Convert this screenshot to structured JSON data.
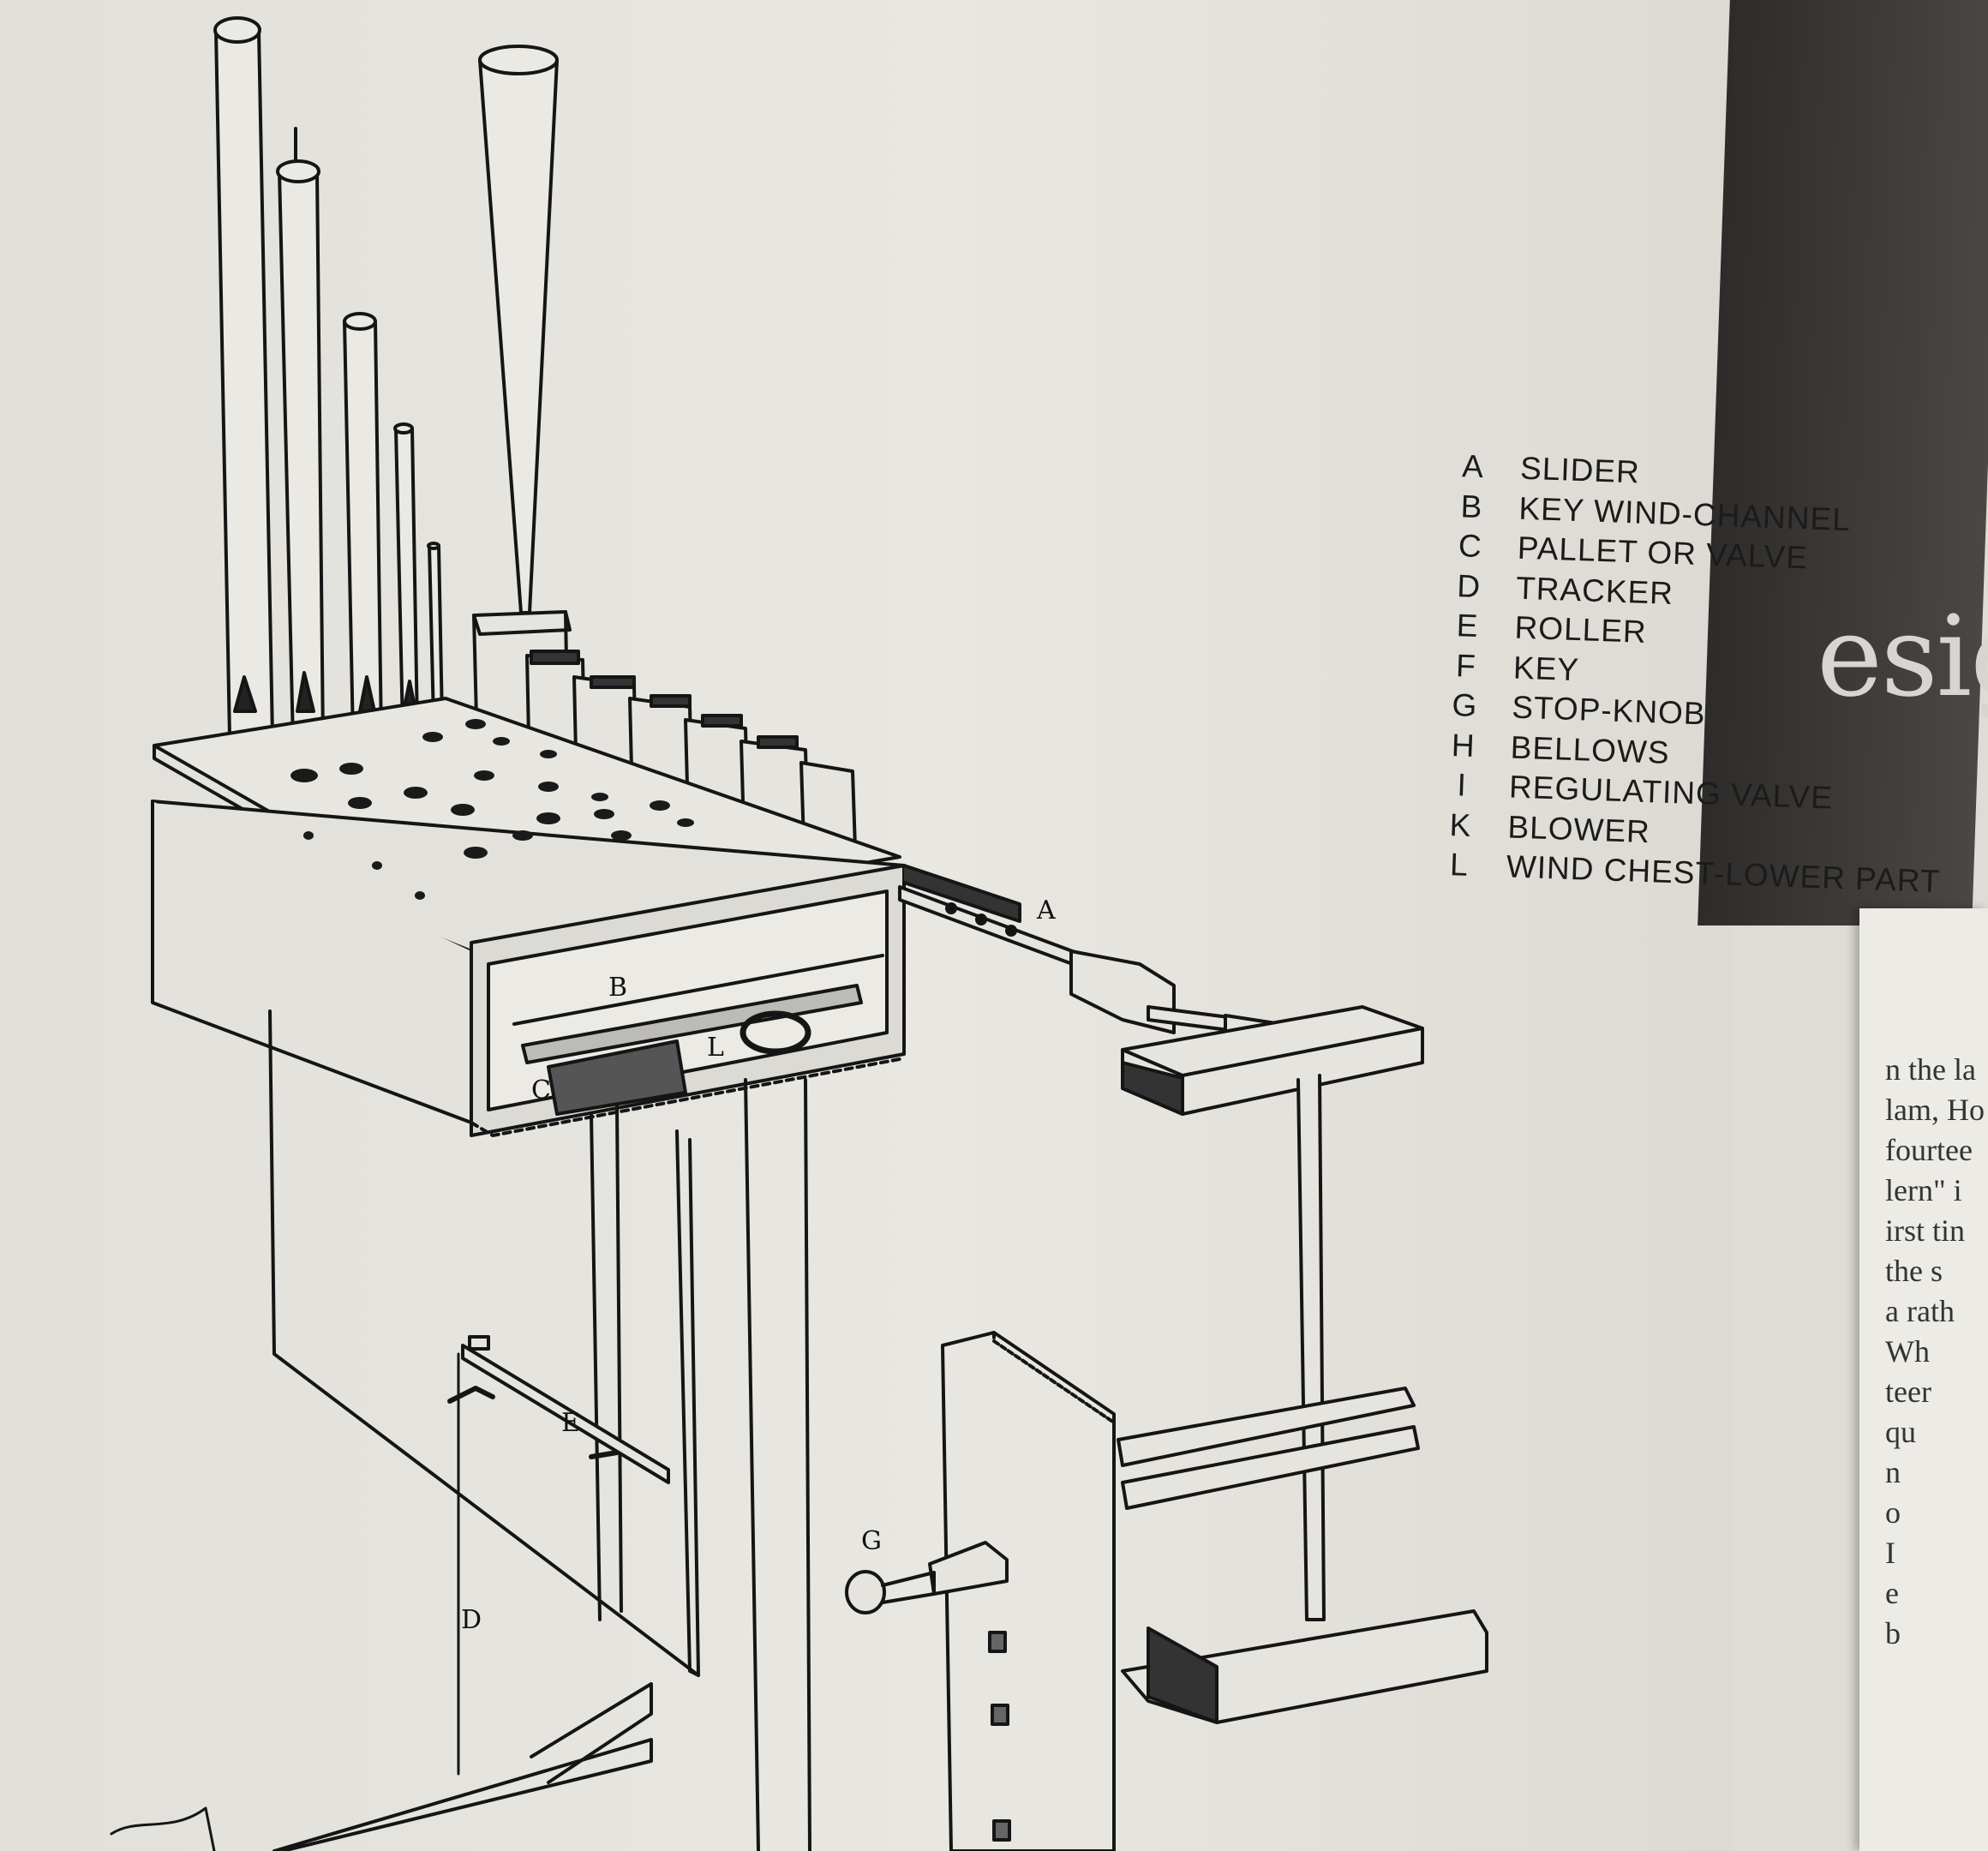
{
  "legend": [
    {
      "letter": "A",
      "label": "SLIDER"
    },
    {
      "letter": "B",
      "label": "KEY WIND-CHANNEL"
    },
    {
      "letter": "C",
      "label": "PALLET OR VALVE"
    },
    {
      "letter": "D",
      "label": "TRACKER"
    },
    {
      "letter": "E",
      "label": "ROLLER"
    },
    {
      "letter": "F",
      "label": "KEY"
    },
    {
      "letter": "G",
      "label": "STOP-KNOB"
    },
    {
      "letter": "H",
      "label": "BELLOWS"
    },
    {
      "letter": "I",
      "label": "REGULATING VALVE"
    },
    {
      "letter": "K",
      "label": "BLOWER"
    },
    {
      "letter": "L",
      "label": "WIND CHEST-LOWER PART"
    }
  ],
  "callouts": {
    "a": "A",
    "b": "B",
    "c": "C",
    "l": "L",
    "e": "E",
    "g": "G",
    "d": "D"
  },
  "heading_fragment": "esig",
  "text_fragments": [
    "n the la",
    "lam, Ho",
    "fourtee",
    "lern\" i",
    "irst tin",
    "the s",
    "a rath",
    "Wh",
    "teer",
    "qu",
    "n",
    "o",
    "I",
    "e",
    "b"
  ]
}
